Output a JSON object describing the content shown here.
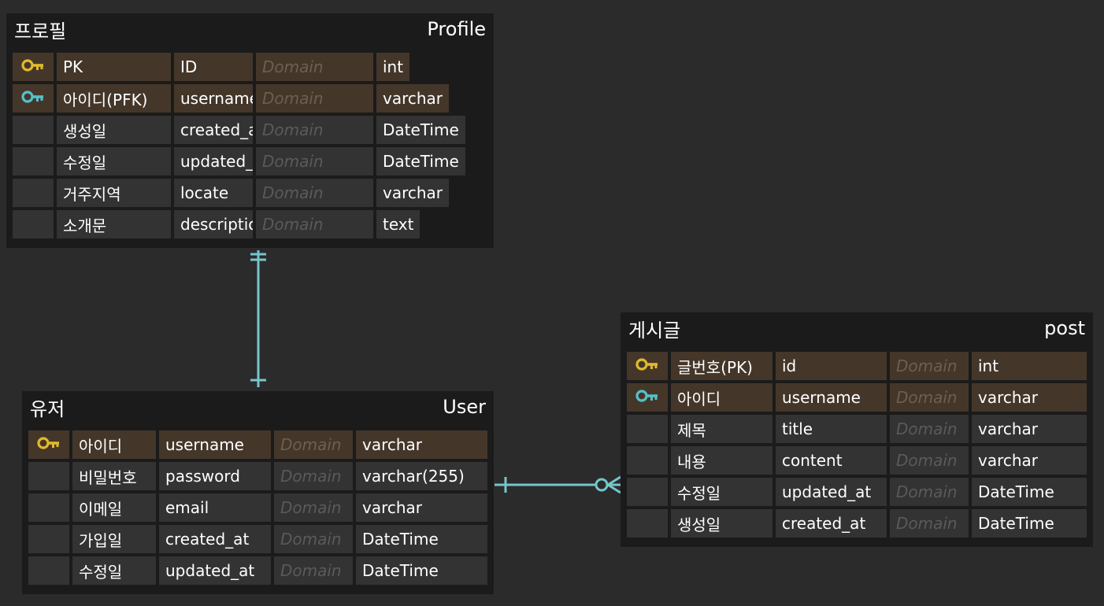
{
  "colors": {
    "pk_key": "#e2b92d",
    "fk_key": "#56c0c9",
    "relation_line": "#75c6cc",
    "key_row_bg": "#44372a",
    "row_bg": "#333333",
    "table_bg": "#1b1b1b",
    "canvas_bg": "#2b2b2b"
  },
  "tables": {
    "profile": {
      "logical_name": "프로필",
      "physical_name": "Profile",
      "rows": [
        {
          "key": "pk-key-icon",
          "logical": "PK",
          "physical": "ID",
          "domain": "Domain",
          "type": "int"
        },
        {
          "key": "fk-key-icon",
          "logical": "아이디(PFK)",
          "physical": "username",
          "domain": "Domain",
          "type": "varchar"
        },
        {
          "key": "",
          "logical": "생성일",
          "physical": "created_at",
          "domain": "Domain",
          "type": "DateTime"
        },
        {
          "key": "",
          "logical": "수정일",
          "physical": "updated_at",
          "domain": "Domain",
          "type": "DateTime"
        },
        {
          "key": "",
          "logical": "거주지역",
          "physical": "locate",
          "domain": "Domain",
          "type": "varchar"
        },
        {
          "key": "",
          "logical": "소개문",
          "physical": "description",
          "domain": "Domain",
          "type": "text"
        }
      ]
    },
    "user": {
      "logical_name": "유저",
      "physical_name": "User",
      "rows": [
        {
          "key": "pk-key-icon",
          "logical": "아이디",
          "physical": "username",
          "domain": "Domain",
          "type": "varchar"
        },
        {
          "key": "",
          "logical": "비밀번호",
          "physical": "password",
          "domain": "Domain",
          "type": "varchar(255)"
        },
        {
          "key": "",
          "logical": "이메일",
          "physical": "email",
          "domain": "Domain",
          "type": "varchar"
        },
        {
          "key": "",
          "logical": "가입일",
          "physical": "created_at",
          "domain": "Domain",
          "type": "DateTime"
        },
        {
          "key": "",
          "logical": "수정일",
          "physical": "updated_at",
          "domain": "Domain",
          "type": "DateTime"
        }
      ]
    },
    "post": {
      "logical_name": "게시글",
      "physical_name": "post",
      "rows": [
        {
          "key": "pk-key-icon",
          "logical": "글번호(PK)",
          "physical": "id",
          "domain": "Domain",
          "type": "int"
        },
        {
          "key": "fk-key-icon",
          "logical": "아이디",
          "physical": "username",
          "domain": "Domain",
          "type": "varchar"
        },
        {
          "key": "",
          "logical": "제목",
          "physical": "title",
          "domain": "Domain",
          "type": "varchar"
        },
        {
          "key": "",
          "logical": "내용",
          "physical": "content",
          "domain": "Domain",
          "type": "varchar"
        },
        {
          "key": "",
          "logical": "수정일",
          "physical": "updated_at",
          "domain": "Domain",
          "type": "DateTime"
        },
        {
          "key": "",
          "logical": "생성일",
          "physical": "created_at",
          "domain": "Domain",
          "type": "DateTime"
        }
      ]
    }
  },
  "relations": [
    {
      "from": "user",
      "to": "profile",
      "notation": "one-to-exactly-one"
    },
    {
      "from": "user",
      "to": "post",
      "notation": "one-to-zero-or-many"
    }
  ]
}
